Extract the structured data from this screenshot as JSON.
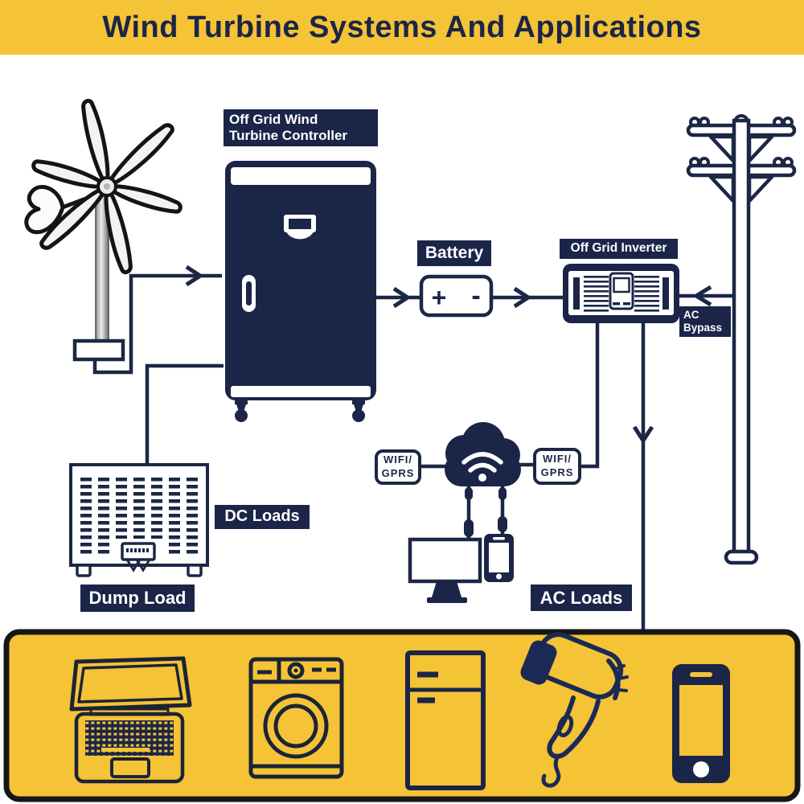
{
  "header": {
    "title": "Wind Turbine Systems And Applications"
  },
  "labels": {
    "controller": {
      "line1": "Off Grid Wind",
      "line2": "Turbine Controller"
    },
    "battery": "Battery",
    "inverter": "Off Grid Inverter",
    "ac_bypass": {
      "line1": "AC",
      "line2": "Bypass"
    },
    "dc_loads": "DC Loads",
    "dump_load": "Dump Load",
    "ac_loads": "AC Loads",
    "wifi_left": {
      "line1": "WIFI/",
      "line2": "GPRS"
    },
    "wifi_right": {
      "line1": "WIFI/",
      "line2": "GPRS"
    }
  },
  "battery": {
    "plus": "+",
    "minus": "-"
  },
  "colors": {
    "yellow": "#F4C336",
    "navy": "#1B2548",
    "line_navy": "#1C2745",
    "strip_border": "#161616",
    "white": "#FFFFFF"
  },
  "icons": {
    "diagram": [
      "wind-turbine-icon",
      "controller-cabinet-icon",
      "battery-box-icon",
      "inverter-box-icon",
      "utility-pole-icon",
      "cloud-wifi-icon",
      "monitor-icon",
      "phone-icon",
      "dump-load-box-icon"
    ],
    "appliances": [
      "laptop-icon",
      "washing-machine-icon",
      "refrigerator-icon",
      "hair-dryer-icon",
      "smartphone-icon"
    ]
  }
}
